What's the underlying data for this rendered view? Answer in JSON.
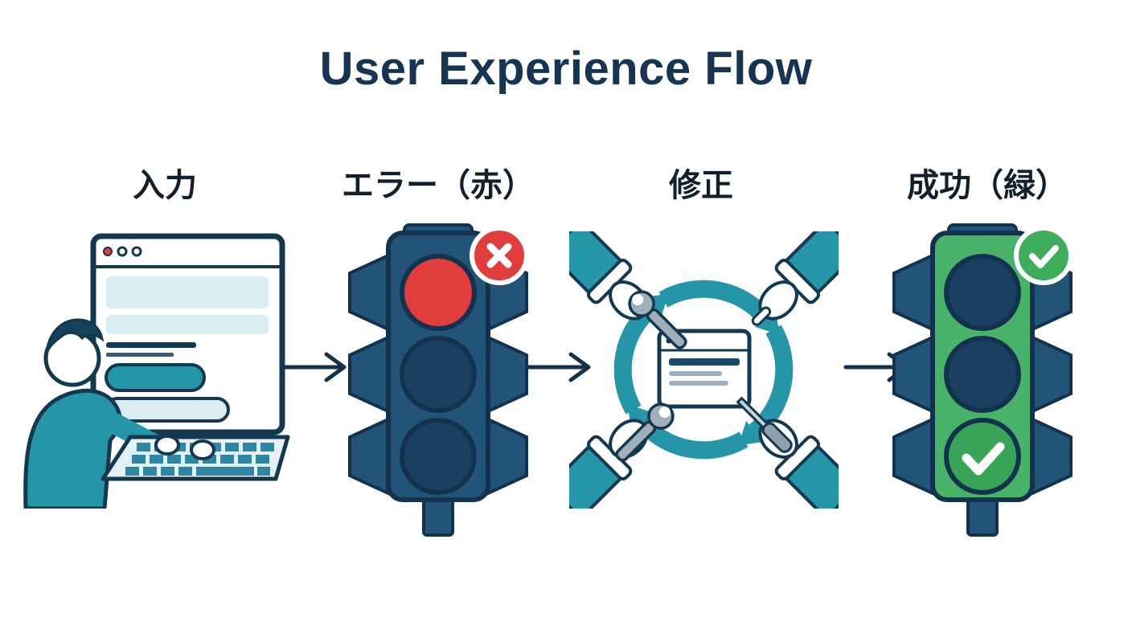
{
  "title": "User Experience Flow",
  "stages": [
    {
      "label": "入力",
      "name": "input",
      "icon": "user-typing-form-icon"
    },
    {
      "label": "エラー（赤）",
      "name": "error-red",
      "icon": "traffic-light-red-icon",
      "badge_icon": "x-badge-icon"
    },
    {
      "label": "修正",
      "name": "fix",
      "icon": "repair-cycle-icon"
    },
    {
      "label": "成功（緑）",
      "name": "success-green",
      "icon": "traffic-light-green-icon",
      "badge_icon": "check-badge-icon"
    }
  ],
  "arrows": {
    "count": 3,
    "icon": "right-arrow-icon"
  },
  "colors": {
    "background": "#ffffff",
    "navy_dark": "#14384f",
    "navy": "#225379",
    "teal": "#2596a8",
    "light_blue": "#d9edf3",
    "red": "#e23d3d",
    "green": "#48b368",
    "white": "#ffffff",
    "tool_gray": "#9fb0ba"
  }
}
